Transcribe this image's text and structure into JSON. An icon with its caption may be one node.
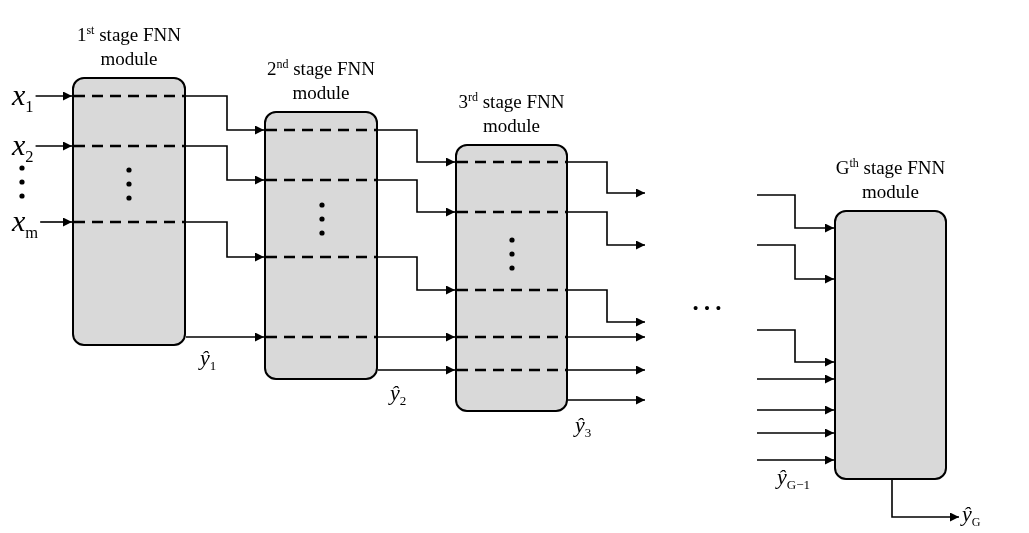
{
  "diagram": {
    "nodes": [
      {
        "text": [
          "1$^{st}$ stage FNN module"
        ]
      },
      {
        "text": [
          "2$^{nd}$ stage FNN module"
        ]
      },
      {
        "text": [
          "3$^{rd}$ stage FNN module"
        ]
      },
      {
        "text": [
          "G$^{th}$ stage FNN module"
        ]
      },
      {
        "text": [
          "*x*$_{1}$"
        ]
      },
      {
        "text": [
          "*x*$_{2}$"
        ]
      },
      {
        "text": [
          "*x*$_{m}$"
        ]
      },
      {
        "text": [
          "*ŷ*$_{G}$"
        ]
      }
    ],
    "edges": [
      {
        "from": 4,
        "to": 0,
        "arrow": "to"
      },
      {
        "from": 5,
        "to": 0,
        "arrow": "to"
      },
      {
        "from": 6,
        "to": 0,
        "arrow": "to"
      },
      {
        "from": 0,
        "to": 1,
        "arrow": "to"
      },
      {
        "from": 0,
        "to": 1,
        "arrow": "to"
      },
      {
        "from": 0,
        "to": 1,
        "arrow": "to"
      },
      {
        "from": 0,
        "to": 1,
        "arrow": "to",
        "label": "*ŷ*$_{1}$"
      },
      {
        "from": 1,
        "to": 2,
        "arrow": "to"
      },
      {
        "from": 1,
        "to": 2,
        "arrow": "to"
      },
      {
        "from": 1,
        "to": 2,
        "arrow": "to"
      },
      {
        "from": 1,
        "to": 2,
        "arrow": "to"
      },
      {
        "from": 1,
        "to": 2,
        "arrow": "to",
        "label": "*ŷ*$_{2}$"
      },
      {
        "from": 2,
        "to": null,
        "arrow": "to"
      },
      {
        "from": 2,
        "to": null,
        "arrow": "to"
      },
      {
        "from": 2,
        "to": null,
        "arrow": "to"
      },
      {
        "from": 2,
        "to": null,
        "arrow": "to"
      },
      {
        "from": 2,
        "to": null,
        "arrow": "to"
      },
      {
        "from": 2,
        "to": null,
        "arrow": "to",
        "label": "*ŷ*$_{3}$"
      },
      {
        "from": null,
        "to": 3,
        "arrow": "to"
      },
      {
        "from": null,
        "to": 3,
        "arrow": "to"
      },
      {
        "from": null,
        "to": 3,
        "arrow": "to"
      },
      {
        "from": null,
        "to": 3,
        "arrow": "to"
      },
      {
        "from": null,
        "to": 3,
        "arrow": "to"
      },
      {
        "from": null,
        "to": 3,
        "arrow": "to"
      },
      {
        "from": null,
        "to": 3,
        "arrow": "to",
        "label": "*ŷ*$_{G−1}$"
      },
      {
        "from": 3,
        "to": 7,
        "arrow": "to"
      }
    ],
    "labels": [
      "…"
    ]
  }
}
